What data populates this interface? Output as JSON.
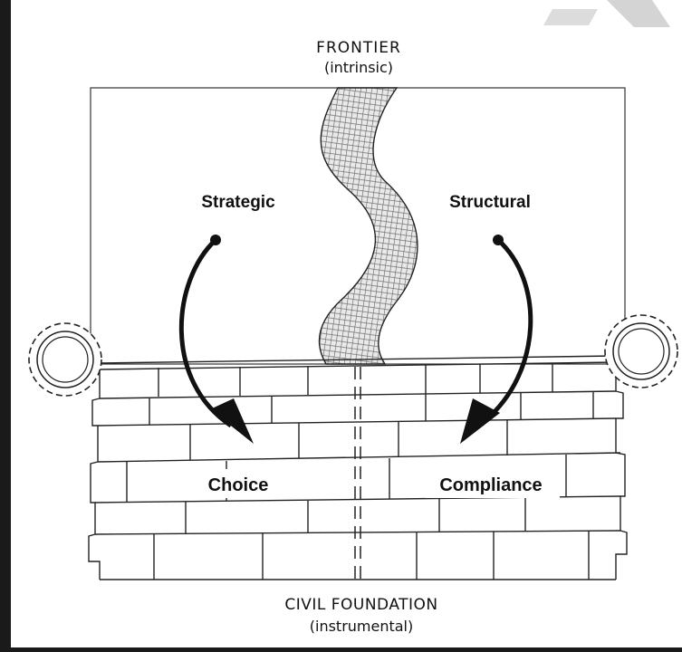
{
  "colors": {
    "background": "#1a1a1a",
    "paper": "#ffffff",
    "ink": "#111111"
  },
  "diagram": {
    "top_title": "FRONTIER",
    "top_subtitle": "(intrinsic)",
    "bottom_title": "CIVIL FOUNDATION",
    "bottom_subtitle": "(instrumental)",
    "left_arrow_label": "Strategic",
    "right_arrow_label": "Structural",
    "left_wall_label": "Choice",
    "right_wall_label": "Compliance"
  },
  "icons": {
    "left_wheel": "gear-wheel-icon",
    "right_wheel": "gear-wheel-icon"
  }
}
